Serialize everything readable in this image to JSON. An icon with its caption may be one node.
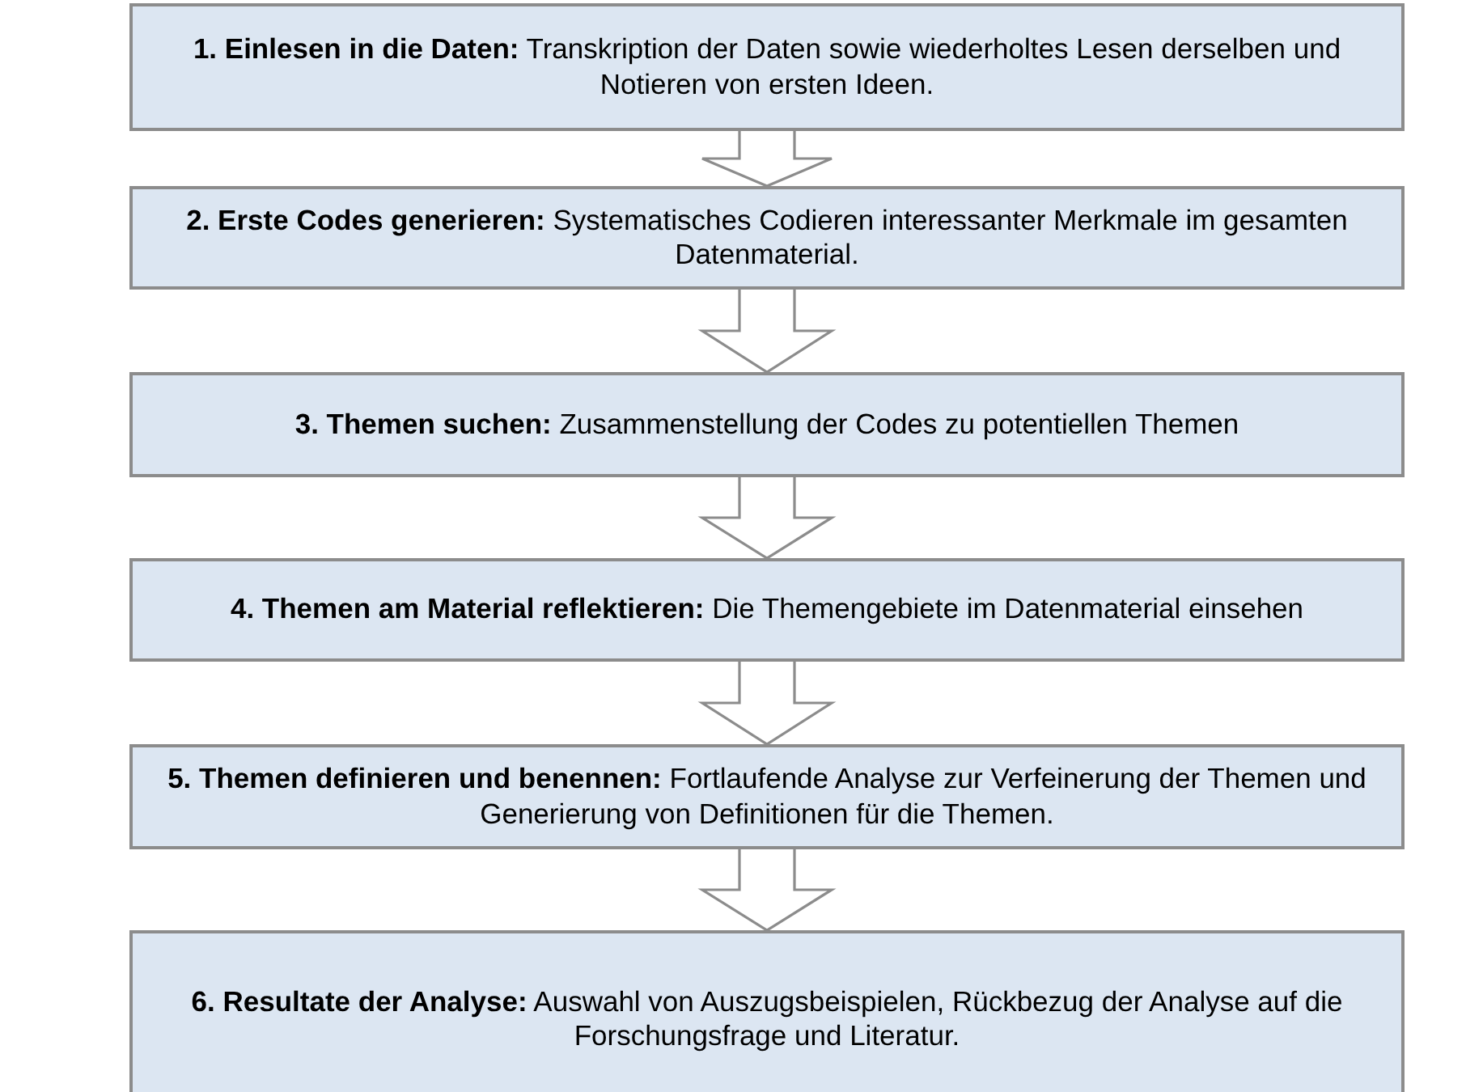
{
  "diagram": {
    "nodes": [
      {
        "text": [
          "**1. Einlesen in die Daten:** Transkription der Daten sowie wiederholtes Lesen derselben und Notieren von ersten Ideen."
        ]
      },
      {
        "text": [
          "**2. Erste Codes generieren:** Systematisches Codieren interessanter Merkmale im gesamten Datenmaterial."
        ]
      },
      {
        "text": [
          "**3. Themen suchen:** Zusammenstellung der Codes zu potentiellen Themen"
        ]
      },
      {
        "text": [
          "**4. Themen am Material reflektieren:** Die Themengebiete im Datenmaterial einsehen"
        ]
      },
      {
        "text": [
          "**5. Themen definieren und benennen:** Fortlaufende Analyse zur Verfeinerung der Themen und Generierung von Definitionen für die Themen."
        ]
      },
      {
        "text": [
          "**6. Resultate der Analyse:** Auswahl von Auszugsbeispielen, Rückbezug der Analyse auf die Forschungsfrage und Literatur."
        ]
      }
    ],
    "edges": [
      {
        "from": 0,
        "to": 1,
        "arrow": "to"
      },
      {
        "from": 1,
        "to": 2,
        "arrow": "to"
      },
      {
        "from": 2,
        "to": 3,
        "arrow": "to"
      },
      {
        "from": 3,
        "to": 4,
        "arrow": "to"
      },
      {
        "from": 4,
        "to": 5,
        "arrow": "to"
      }
    ]
  }
}
